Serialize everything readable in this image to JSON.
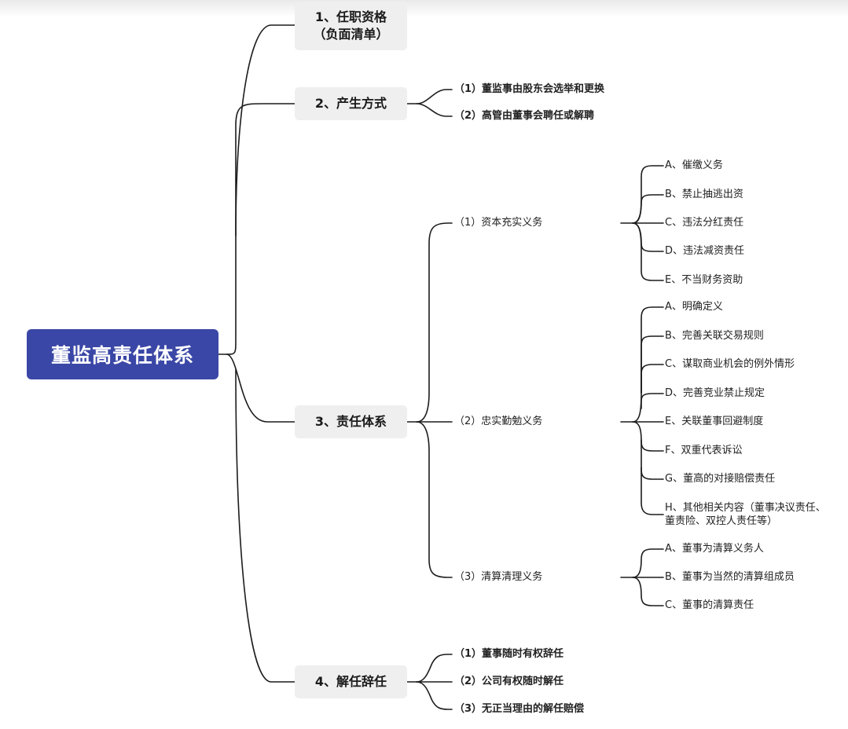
{
  "root": {
    "title": "董监高责任体系"
  },
  "nodes": {
    "n1": {
      "line1": "1、任职资格",
      "line2": "（负面清单）"
    },
    "n2": {
      "title": "2、产生方式",
      "children": [
        "（1）董监事由股东会选举和更换",
        "（2）高管由董事会聘任或解聘"
      ]
    },
    "n3": {
      "title": "3、责任体系",
      "capital": {
        "title": "（1）资本充实义务",
        "items": [
          "A、催缴义务",
          "B、禁止抽逃出资",
          "C、违法分红责任",
          "D、违法减资责任",
          "E、不当财务资助"
        ]
      },
      "loyalty": {
        "title": "（2）忠实勤勉义务",
        "items": [
          "A、明确定义",
          "B、完善关联交易规则",
          "C、谋取商业机会的例外情形",
          "D、完善竞业禁止规定",
          "E、关联董事回避制度",
          "F、双重代表诉讼",
          "G、董高的对接赔偿责任"
        ],
        "item_h_line1": "H、其他相关内容（董事决议责任、",
        "item_h_line2": "董责险、双控人责任等）"
      },
      "liquidation": {
        "title": "（3）清算清理义务",
        "items": [
          "A、董事为清算义务人",
          "B、董事为当然的清算组成员",
          "C、董事的清算责任"
        ]
      }
    },
    "n4": {
      "title": "4、解任辞任",
      "children": [
        "（1）董事随时有权辞任",
        "（2）公司有权随时解任",
        "（3）无正当理由的解任赔偿"
      ]
    }
  }
}
